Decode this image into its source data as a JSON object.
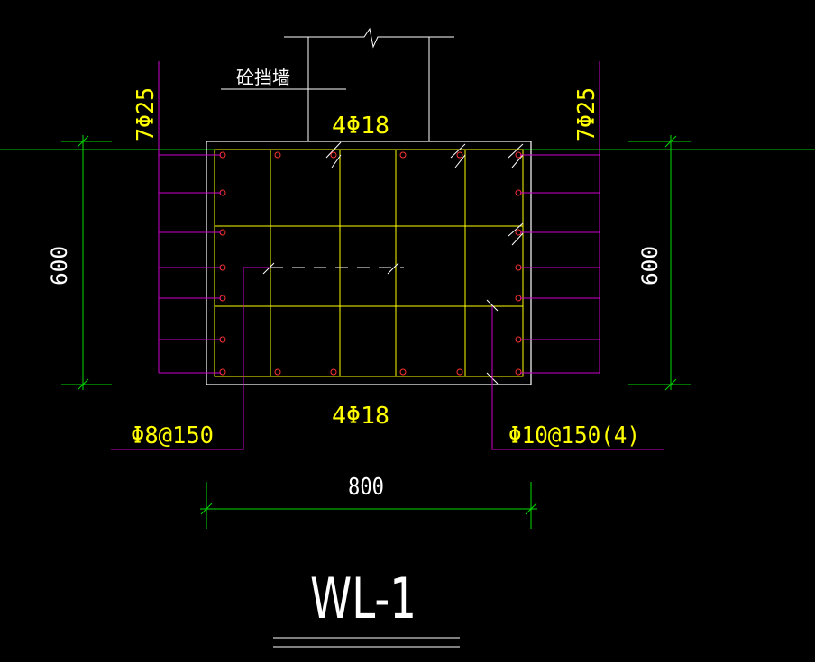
{
  "drawing": {
    "wall_label": "砼挡墙",
    "top_bars": "4Φ18",
    "bottom_bars": "4Φ18",
    "left_side_bars": "7Φ25",
    "right_side_bars": "7Φ25",
    "left_height": "600",
    "right_height": "600",
    "width": "800",
    "stirrup_single": "Φ8@150",
    "stirrup_four_leg": "Φ10@150(4)",
    "title": "WL-1"
  },
  "colors": {
    "background": "#000000",
    "outline": "#ffffff",
    "rebar": "#ffff00",
    "rebar_dots": "#ff0000",
    "leaders": "#cc00cc",
    "dimensions": "#00ff00",
    "text": "#ffff00"
  }
}
